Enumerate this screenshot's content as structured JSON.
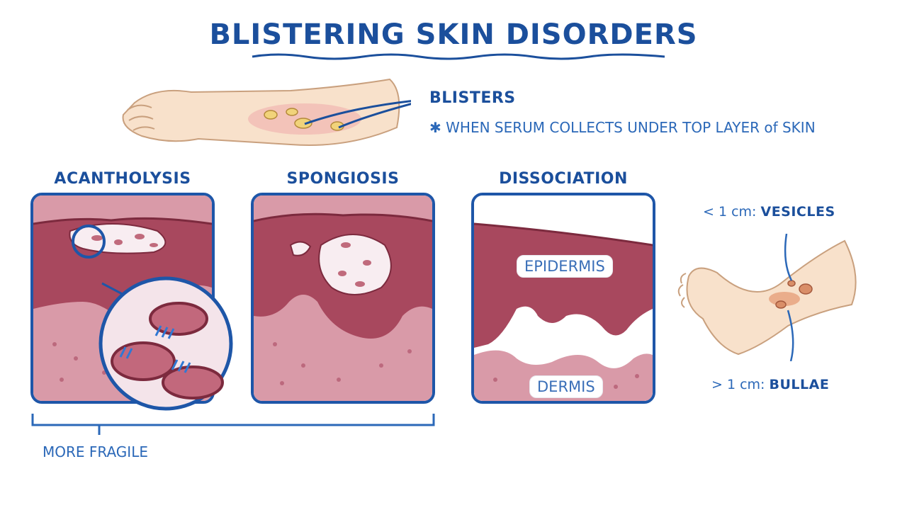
{
  "title": "BLISTERING SKIN DISORDERS",
  "blisters": {
    "label": "BLISTERS",
    "note_symbol": "✱",
    "note": "WHEN SERUM COLLECTS UNDER TOP LAYER of SKIN"
  },
  "panels": [
    {
      "title": "ACANTHOLYSIS"
    },
    {
      "title": "SPONGIOSIS"
    },
    {
      "title": "DISSOCIATION",
      "tags": {
        "top": "EPIDERMIS",
        "bottom": "DERMIS"
      }
    }
  ],
  "bracket_label": "MORE FRAGILE",
  "sizes": {
    "small": {
      "prefix": "< 1 cm:",
      "name": "VESICLES"
    },
    "large": {
      "prefix": "> 1 cm:",
      "name": "BULLAE"
    }
  },
  "colors": {
    "title_blue": "#1b4f9c",
    "epidermis": "#a8485e",
    "dermis": "#d99aa8",
    "skin": "#f6dcc6"
  }
}
